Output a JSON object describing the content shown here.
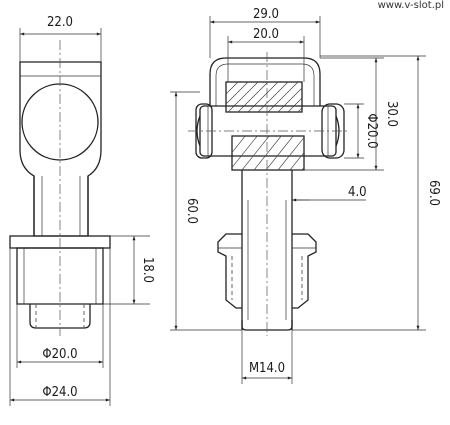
{
  "watermark": "www.v-slot.pl",
  "dimensions": {
    "side_width": "22.0",
    "side_height": "18.0",
    "side_inner_diameter": "Φ20.0",
    "side_outer_diameter": "Φ24.0",
    "front_outer_width": "29.0",
    "front_inner_width": "20.0",
    "front_hinge_height": "30.0",
    "front_pin_diameter": "Φ20.0",
    "front_offset": "4.0",
    "front_body_height": "60.0",
    "front_total_height": "69.0",
    "front_thread": "M14.0"
  }
}
